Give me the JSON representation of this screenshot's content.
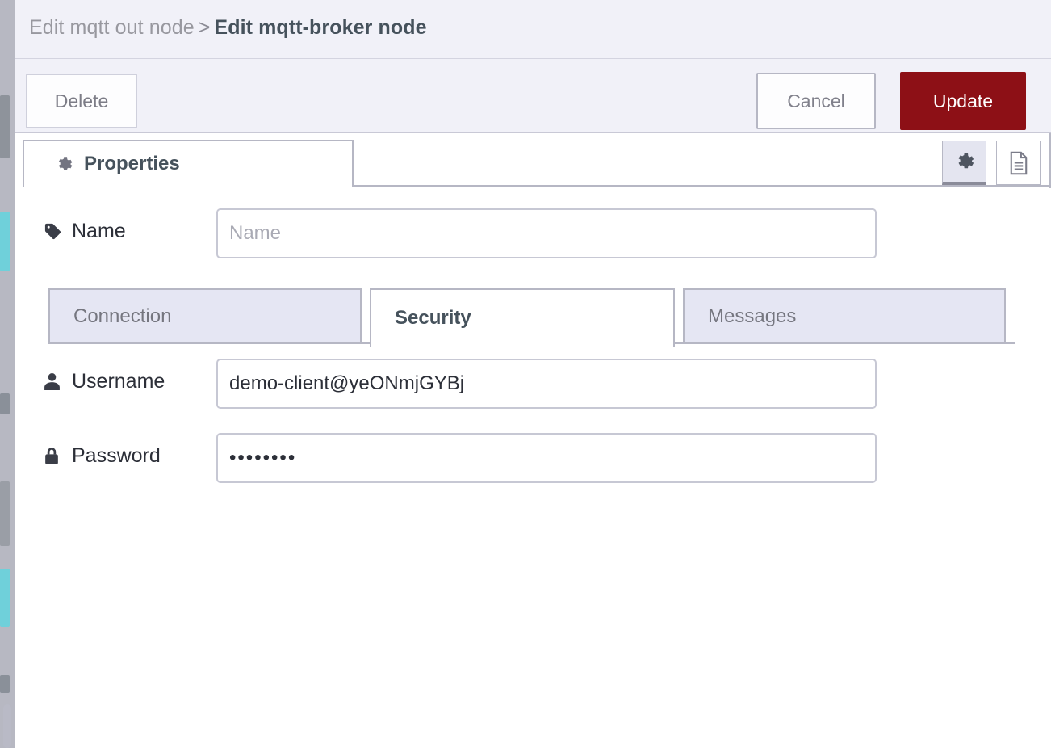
{
  "header": {
    "breadcrumb_parent": "Edit mqtt out node",
    "breadcrumb_separator": ">",
    "breadcrumb_current": "Edit mqtt-broker node"
  },
  "toolbar": {
    "delete_label": "Delete",
    "cancel_label": "Cancel",
    "update_label": "Update",
    "update_color": "#8d1016"
  },
  "tabs": {
    "properties_label": "Properties",
    "properties_icon": "gear-icon",
    "tools": [
      {
        "icon": "gear-icon",
        "active": true
      },
      {
        "icon": "description-icon",
        "active": false
      }
    ]
  },
  "form": {
    "name": {
      "label": "Name",
      "icon": "tag-icon",
      "value": "",
      "placeholder": "Name"
    },
    "username": {
      "label": "Username",
      "icon": "user-icon",
      "value": "demo-client@yeONmjGYBj",
      "placeholder": ""
    },
    "password": {
      "label": "Password",
      "icon": "lock-icon",
      "value": "••••••••",
      "placeholder": ""
    }
  },
  "subtabs": {
    "connection_label": "Connection",
    "security_label": "Security",
    "messages_label": "Messages",
    "active": "Security"
  }
}
